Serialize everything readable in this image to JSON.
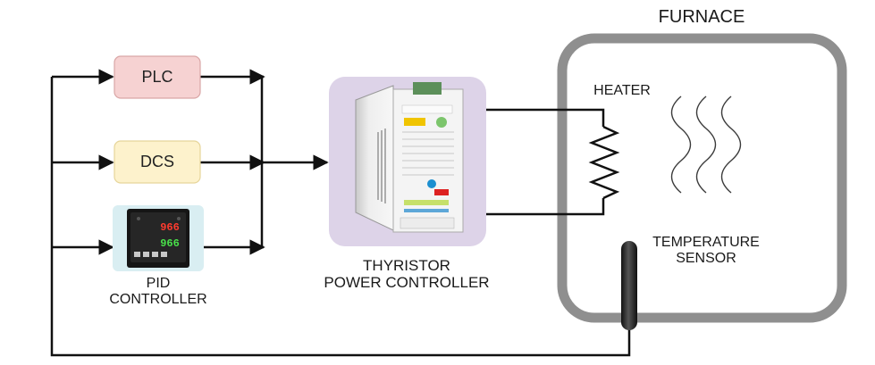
{
  "furnace": {
    "title": "FURNACE",
    "heater_label": "HEATER",
    "sensor_label_line1": "TEMPERATURE",
    "sensor_label_line2": "SENSOR"
  },
  "inputs": {
    "plc_label": "PLC",
    "dcs_label": "DCS",
    "pid_label_line1": "PID",
    "pid_label_line2": "CONTROLLER",
    "pid_display_top": "966",
    "pid_display_bottom": "966"
  },
  "thyristor": {
    "label_line1": "THYRISTOR",
    "label_line2": "POWER CONTROLLER"
  },
  "colors": {
    "plc_fill": "#f6d2d2",
    "plc_border": "#d9a6a6",
    "dcs_fill": "#fdf2cc",
    "dcs_border": "#e6d59a",
    "pid_fill": "#d9eef2",
    "thyristor_bg": "#ddd3e8",
    "furnace_border": "#8f8f8f",
    "line": "#111111"
  },
  "icons": {
    "pid_controller": "pid-controller-icon",
    "thyristor_unit": "thyristor-unit-icon",
    "heater": "resistor-heater-icon",
    "heat_waves": "heat-waves-icon",
    "sensor": "temperature-probe-icon"
  }
}
